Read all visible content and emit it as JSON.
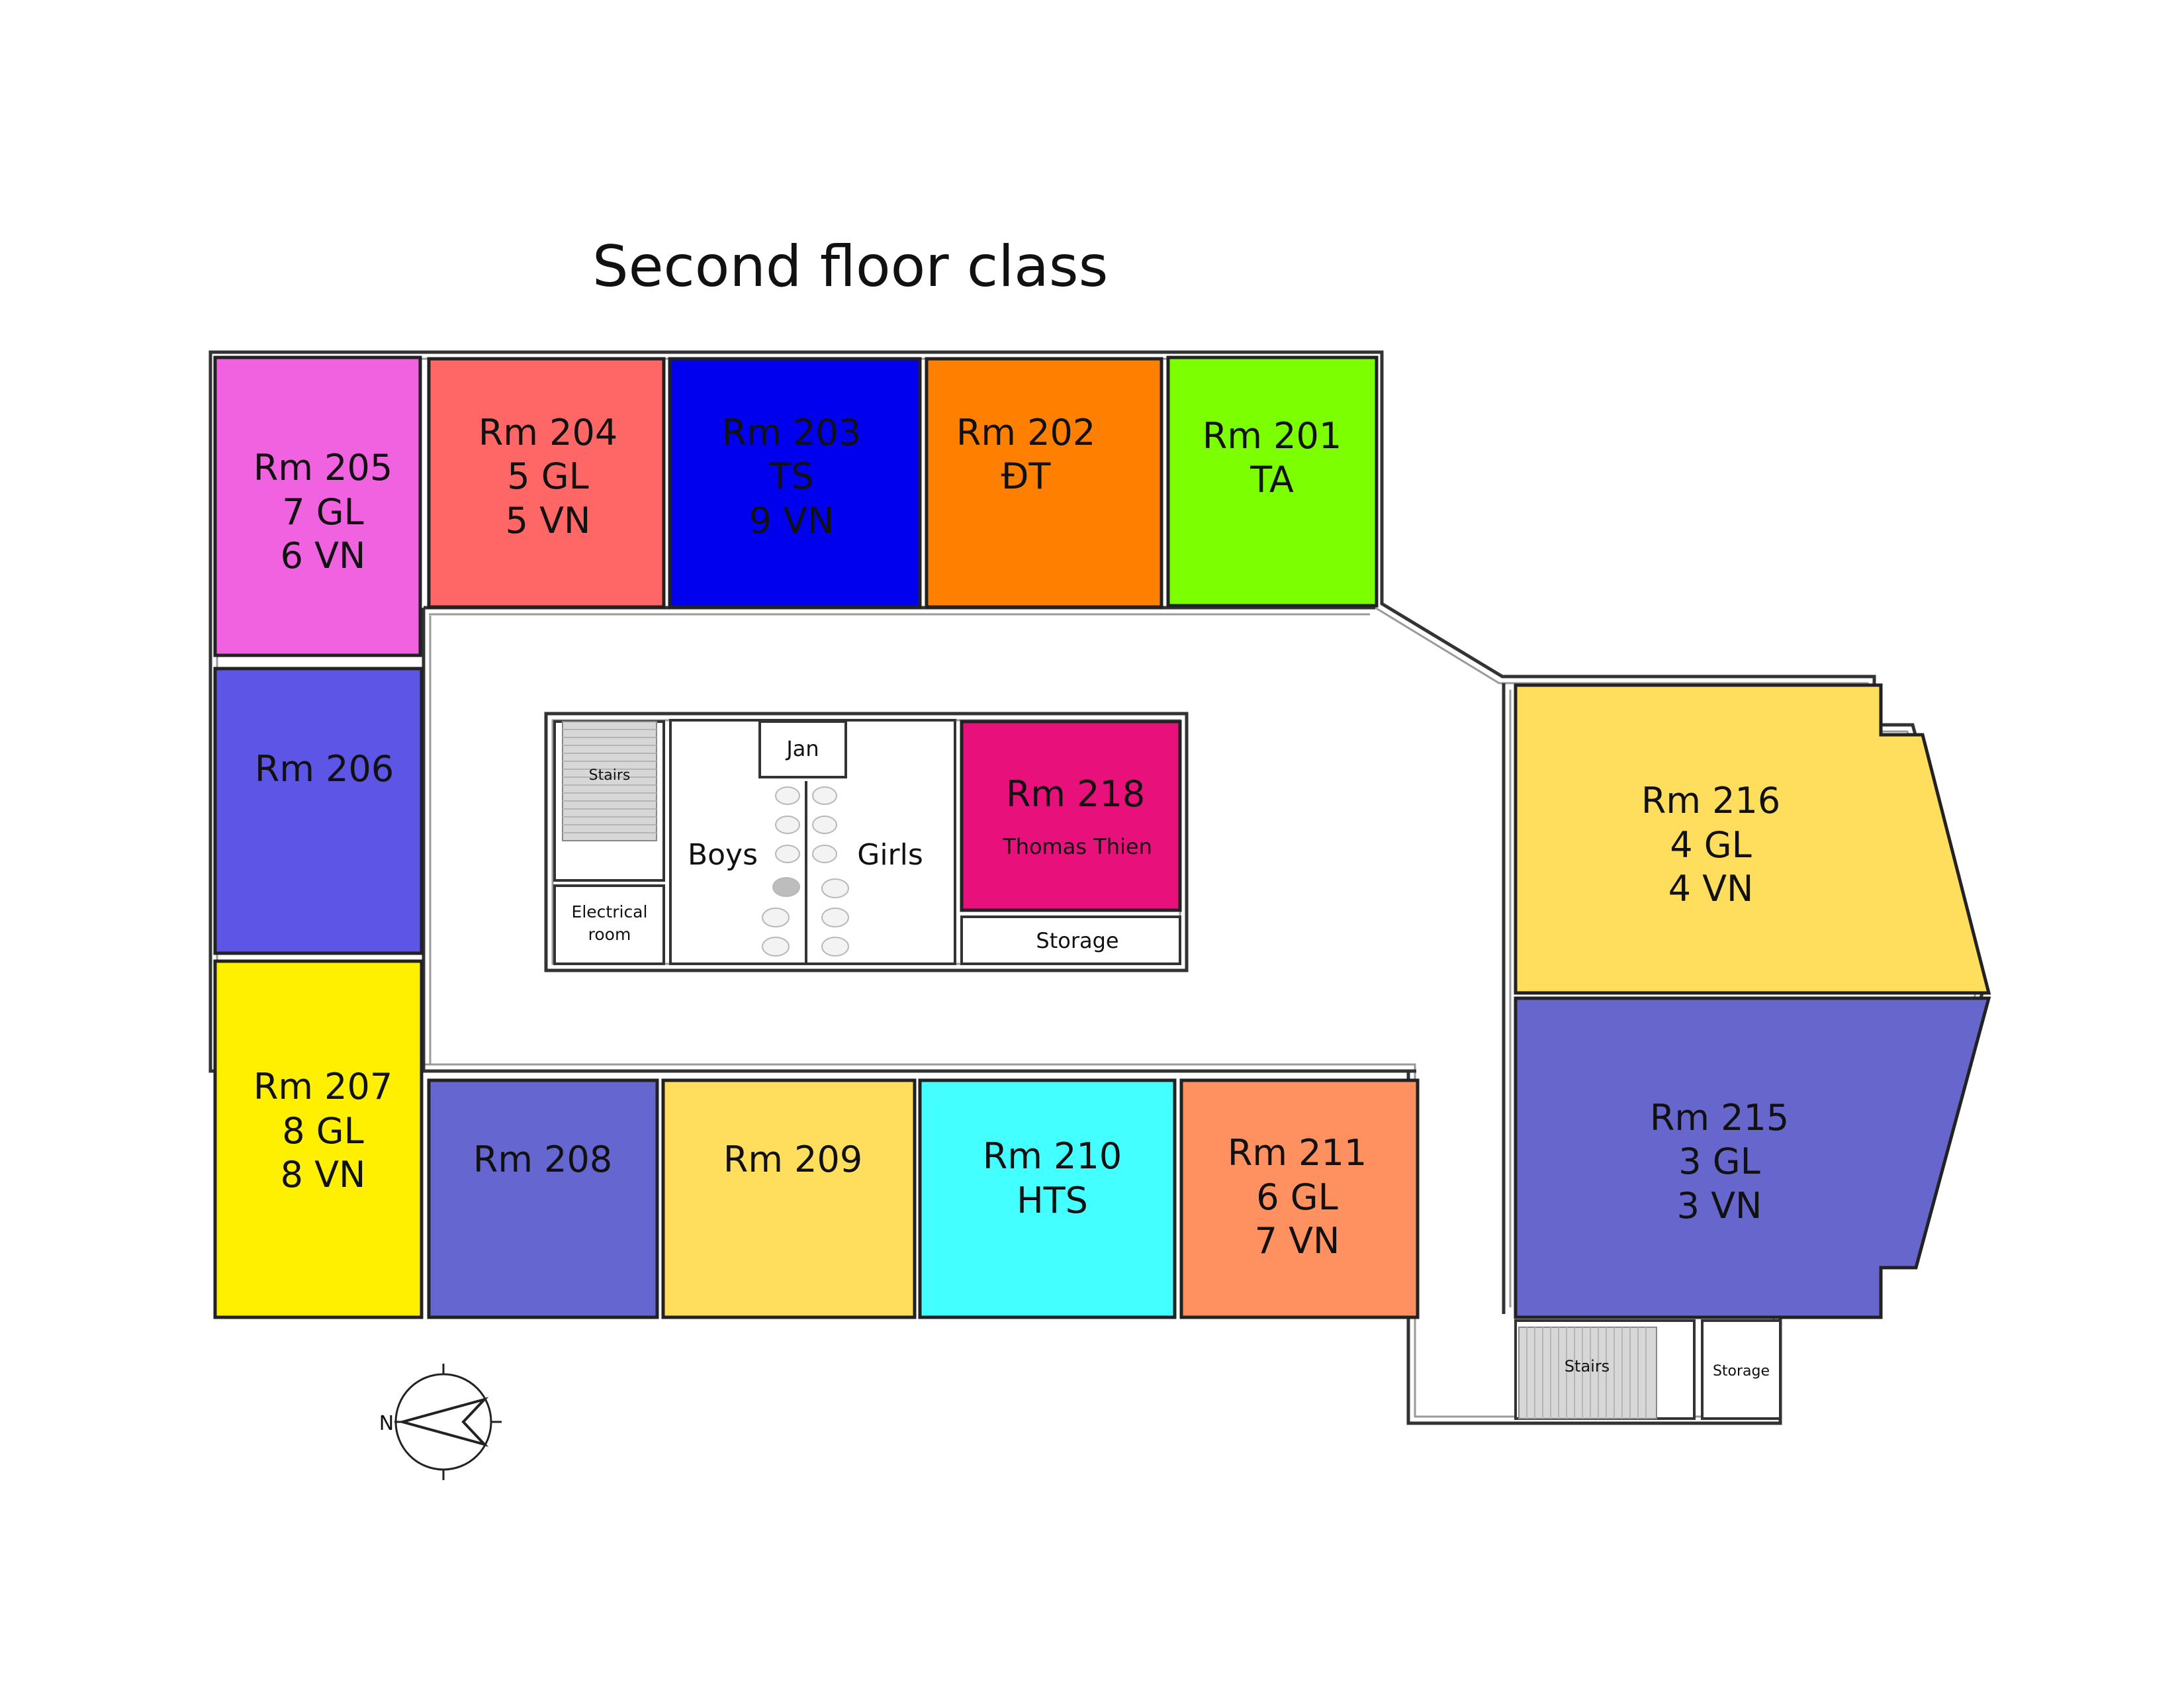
{
  "title": "Second floor class",
  "colors": {
    "rm205": "#F062E0",
    "rm204": "#FF6666",
    "rm203": "#0000EE",
    "rm202": "#FF8000",
    "rm201": "#7CFF00",
    "rm206": "#5D55E6",
    "rm207": "#FFF000",
    "rm208": "#6666D1",
    "rm209": "#FFDE5E",
    "rm210": "#44FFFF",
    "rm211": "#FF9060",
    "rm216": "#FFDE5E",
    "rm215": "#6666CC",
    "rm218": "#E8107A"
  },
  "rooms": {
    "rm205": [
      "Rm 205",
      "7 GL",
      "6 VN"
    ],
    "rm204": [
      "Rm 204",
      "5 GL",
      "5 VN"
    ],
    "rm203": [
      "Rm 203",
      "TS",
      "9 VN"
    ],
    "rm202": [
      "Rm 202",
      "ĐT"
    ],
    "rm201": [
      "Rm 201",
      "TA"
    ],
    "rm206": [
      "Rm 206"
    ],
    "rm207": [
      "Rm 207",
      "8 GL",
      "8 VN"
    ],
    "rm208": [
      "Rm 208"
    ],
    "rm209": [
      "Rm 209"
    ],
    "rm210": [
      "Rm 210",
      "HTS"
    ],
    "rm211": [
      "Rm 211",
      "6 GL",
      "7 VN"
    ],
    "rm216": [
      "Rm 216",
      "4 GL",
      "4 VN"
    ],
    "rm215": [
      "Rm 215",
      "3 GL",
      "3 VN"
    ],
    "rm218": [
      "Rm 218",
      "Thomas Thien"
    ]
  },
  "core": {
    "stairs": "Stairs",
    "electrical": [
      "Electrical",
      "room"
    ],
    "jan": "Jan",
    "boys": "Boys",
    "girls": "Girls",
    "storage": "Storage"
  },
  "east_annex": {
    "stairs": "Stairs",
    "storage": "Storage"
  },
  "compass": {
    "north_letter": "N",
    "icon": "north-arrow-icon"
  }
}
